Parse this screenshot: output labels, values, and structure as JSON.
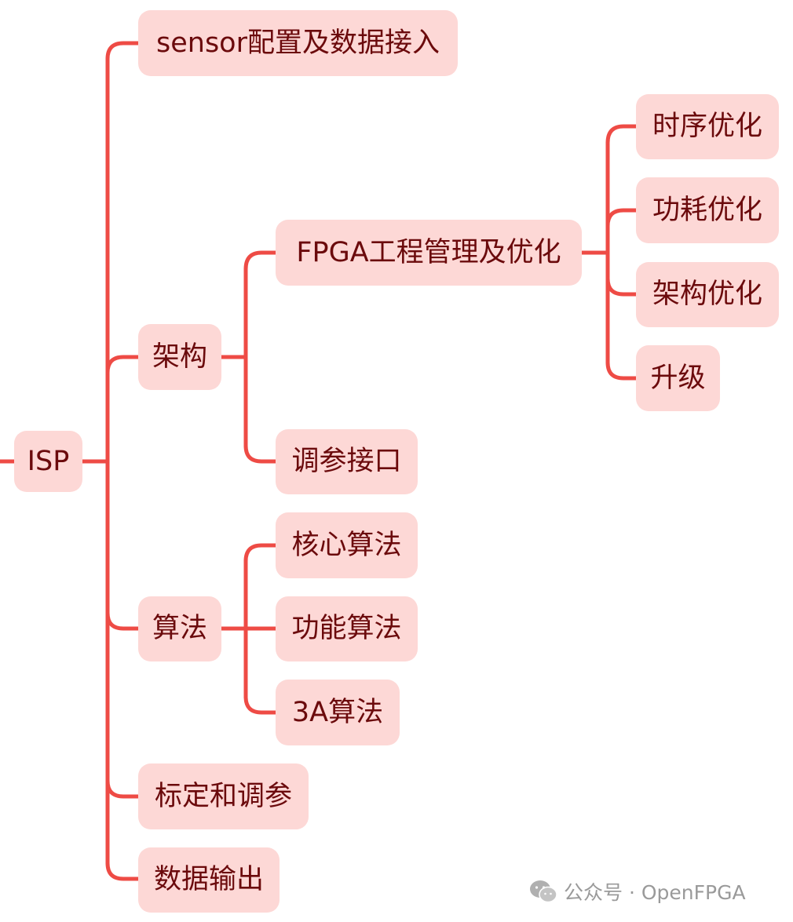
{
  "mindmap": {
    "root": "ISP",
    "branches": [
      "sensor配置及数据接入",
      "架构",
      "算法",
      "标定和调参",
      "数据输出"
    ],
    "architecture": {
      "children": [
        "FPGA工程管理及优化",
        "调参接口"
      ],
      "fpga_children": [
        "时序优化",
        "功耗优化",
        "架构优化",
        "升级"
      ]
    },
    "algorithms": {
      "children": [
        "核心算法",
        "功能算法",
        "3A算法"
      ]
    },
    "colors": {
      "node_fill": "#fdd8d6",
      "node_text": "#6b0a0c",
      "connector": "#ee4b45",
      "watermark": "#9a9a9a"
    }
  },
  "watermark": {
    "icon": "wechat-icon",
    "text": "公众号 · OpenFPGA"
  }
}
